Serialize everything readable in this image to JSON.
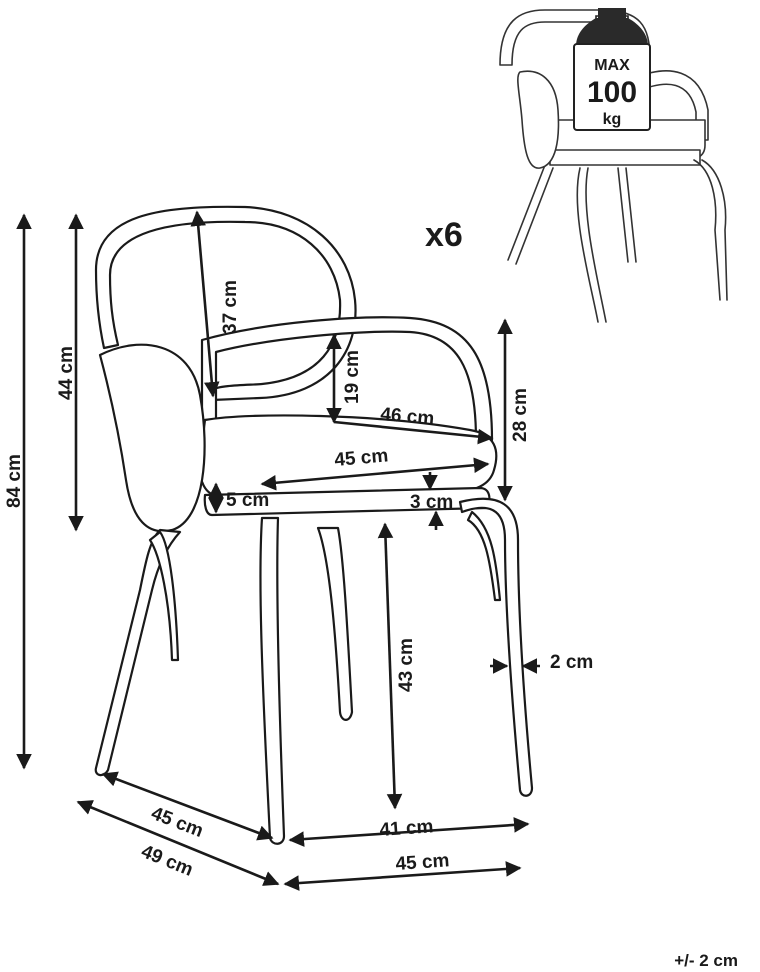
{
  "quantity": "x6",
  "weight_limit": {
    "line1": "MAX",
    "line2": "100",
    "line3": "kg"
  },
  "tolerance": "+/- 2 cm",
  "dimensions": {
    "total_height": "84 cm",
    "backrest_height": "44 cm",
    "backrest_inner": "37 cm",
    "armrest_above_seat": "19 cm",
    "armrest_height": "28 cm",
    "armrest_width": "46 cm",
    "seat_width": "45 cm",
    "seat_thickness": "5 cm",
    "seat_gap": "3 cm",
    "seat_height": "43 cm",
    "leg_thickness": "2 cm",
    "depth_inner": "45 cm",
    "depth_outer": "49 cm",
    "width_inner": "41 cm",
    "width_outer": "45 cm"
  }
}
